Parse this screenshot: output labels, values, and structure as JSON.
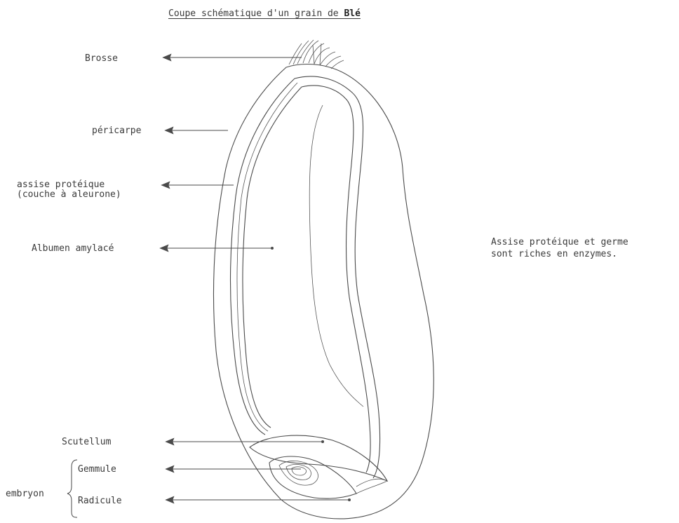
{
  "title": {
    "text": "Coupe schématique d'un grain de ",
    "bold": "Blé"
  },
  "labels": {
    "brosse": "Brosse",
    "pericarpe": "péricarpe",
    "assise_line1": "assise protéique",
    "assise_line2": "(couche à aleurone)",
    "albumen": "Albumen amylacé",
    "scutellum": "Scutellum",
    "gemmule": "Gemmule",
    "radicule": "Radicule",
    "embryon": "embryon"
  },
  "note": {
    "line1": "Assise protéique et germe",
    "line2": "sont riches en enzymes."
  },
  "colors": {
    "ink": "#4a4a4a",
    "text": "#3a3a3a"
  }
}
